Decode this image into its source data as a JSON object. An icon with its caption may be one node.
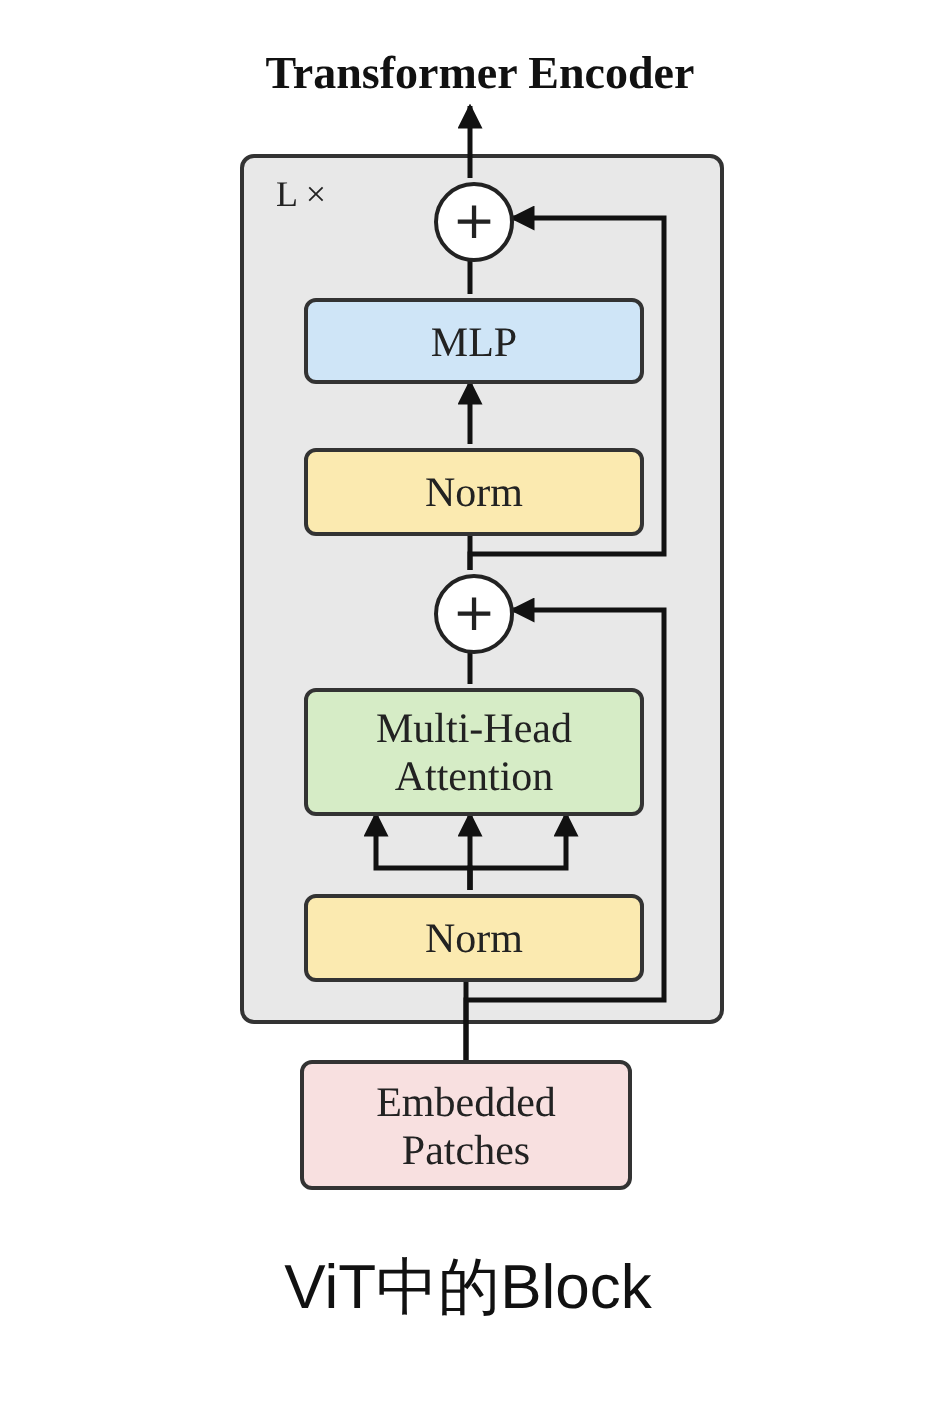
{
  "diagram": {
    "caption": "ViT中的Block",
    "nodes": [
      {
        "text": [
          "L ×"
        ]
      },
      {
        "text": [
          "+"
        ],
        "in": 0
      },
      {
        "text": [
          "MLP"
        ],
        "in": 0
      },
      {
        "text": [
          "Norm"
        ],
        "in": 0
      },
      {
        "text": [
          "+"
        ],
        "in": 0
      },
      {
        "text": [
          "Multi-Head Attention"
        ],
        "in": 0
      },
      {
        "text": [
          "Norm"
        ],
        "in": 0
      },
      {
        "text": [
          "Embedded Patches"
        ]
      },
      {
        "text": [
          "Transformer Encoder"
        ]
      }
    ],
    "edges": [
      {
        "from": 7,
        "to": 6,
        "arrow": "none"
      },
      {
        "from": 7,
        "to": 4,
        "arrow": "to"
      },
      {
        "from": 6,
        "to": 5,
        "arrow": "to"
      },
      {
        "from": 6,
        "to": 5,
        "arrow": "to"
      },
      {
        "from": 6,
        "to": 5,
        "arrow": "to"
      },
      {
        "from": 5,
        "to": 4,
        "arrow": "none"
      },
      {
        "from": 4,
        "to": 3,
        "arrow": "none"
      },
      {
        "from": 4,
        "to": 1,
        "arrow": "to"
      },
      {
        "from": 3,
        "to": 2,
        "arrow": "to"
      },
      {
        "from": 2,
        "to": 1,
        "arrow": "none"
      },
      {
        "from": 1,
        "to": 8,
        "arrow": "to"
      }
    ]
  }
}
